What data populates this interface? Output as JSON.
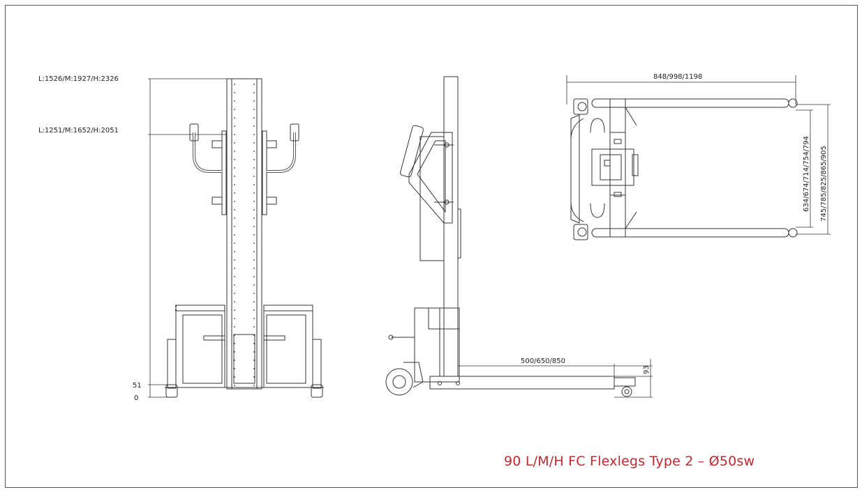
{
  "title": "90 L/M/H FC Flexlegs Type 2 – Ø50sw",
  "colors": {
    "title": "#c0282d",
    "line": "#333333",
    "frame": "#555555"
  },
  "front_view": {
    "top_height_label": "L:1526/M:1927/H:2326",
    "handle_height_label": "L:1251/M:1652/H:2051",
    "base_low_label": "51",
    "base_zero_label": "0"
  },
  "side_view": {
    "leg_length_label": "500/650/850",
    "leg_height_label": "93"
  },
  "top_view": {
    "overall_length_label": "848/998/1198",
    "inner_width_label": "634/674/714/754/794",
    "outer_width_label": "745/785/825/865/905"
  }
}
